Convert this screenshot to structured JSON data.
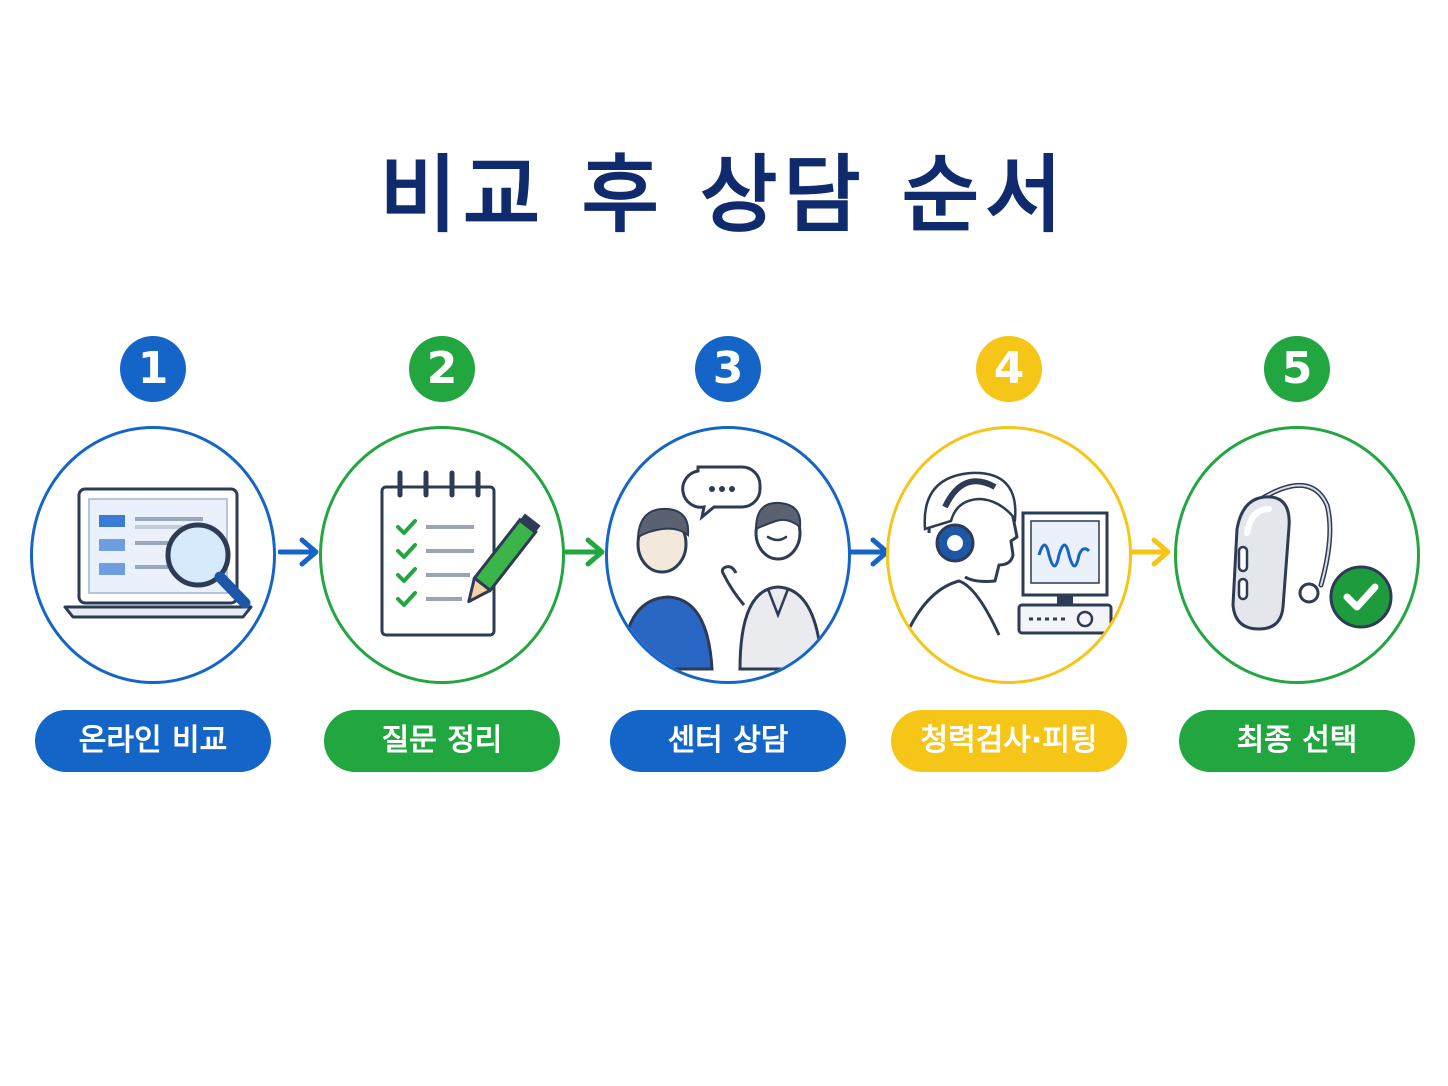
{
  "title": "비교 후 상담 순서",
  "colors": {
    "blue": "#1565c8",
    "green": "#22a63f",
    "yellow": "#f5c518",
    "navy": "#0f2b6e"
  },
  "steps": [
    {
      "number": "1",
      "label": "온라인 비교",
      "color": "#1565c8",
      "icon": "laptop-search-icon"
    },
    {
      "number": "2",
      "label": "질문 정리",
      "color": "#22a63f",
      "icon": "checklist-pencil-icon"
    },
    {
      "number": "3",
      "label": "센터 상담",
      "color": "#1565c8",
      "icon": "consultation-icon"
    },
    {
      "number": "4",
      "label": "청력검사·피팅",
      "color": "#f5c518",
      "icon": "hearing-test-icon"
    },
    {
      "number": "5",
      "label": "최종 선택",
      "color": "#22a63f",
      "icon": "hearing-aid-check-icon"
    }
  ],
  "arrows": [
    "#1565c8",
    "#22a63f",
    "#1565c8",
    "#f5c518"
  ]
}
